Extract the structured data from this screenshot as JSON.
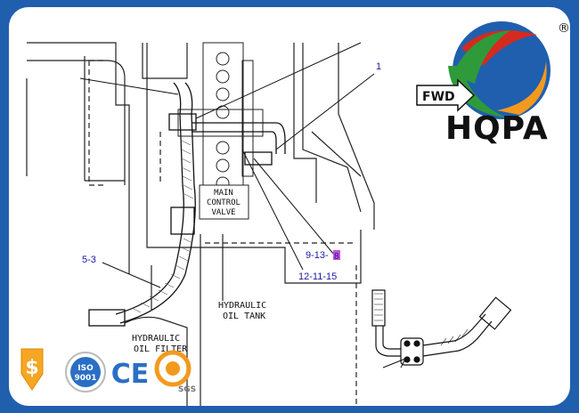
{
  "brand": {
    "name": "HQPA",
    "registered": "®",
    "direction_tag": "FWD",
    "colors": {
      "blue": "#1f5fae",
      "green": "#2e9a3a",
      "red": "#d42a1f",
      "orange": "#f39a1e"
    }
  },
  "diagram": {
    "main_valve_label": [
      "MAIN",
      "CONTROL",
      "VALVE"
    ],
    "oil_tank_label": [
      "HYDRAULIC",
      "OIL TANK"
    ],
    "oil_filter_label": [
      "HYDRAULIC",
      "OIL FILTER"
    ],
    "callouts": {
      "c1": "1",
      "c2": "9-13-",
      "c2_marker": "8",
      "c3": "12-11-15",
      "c4": "5-3"
    }
  },
  "badges": {
    "iso_top": "ISO",
    "iso_bottom": "9001",
    "ce": "CE",
    "sgs": "SGS"
  }
}
